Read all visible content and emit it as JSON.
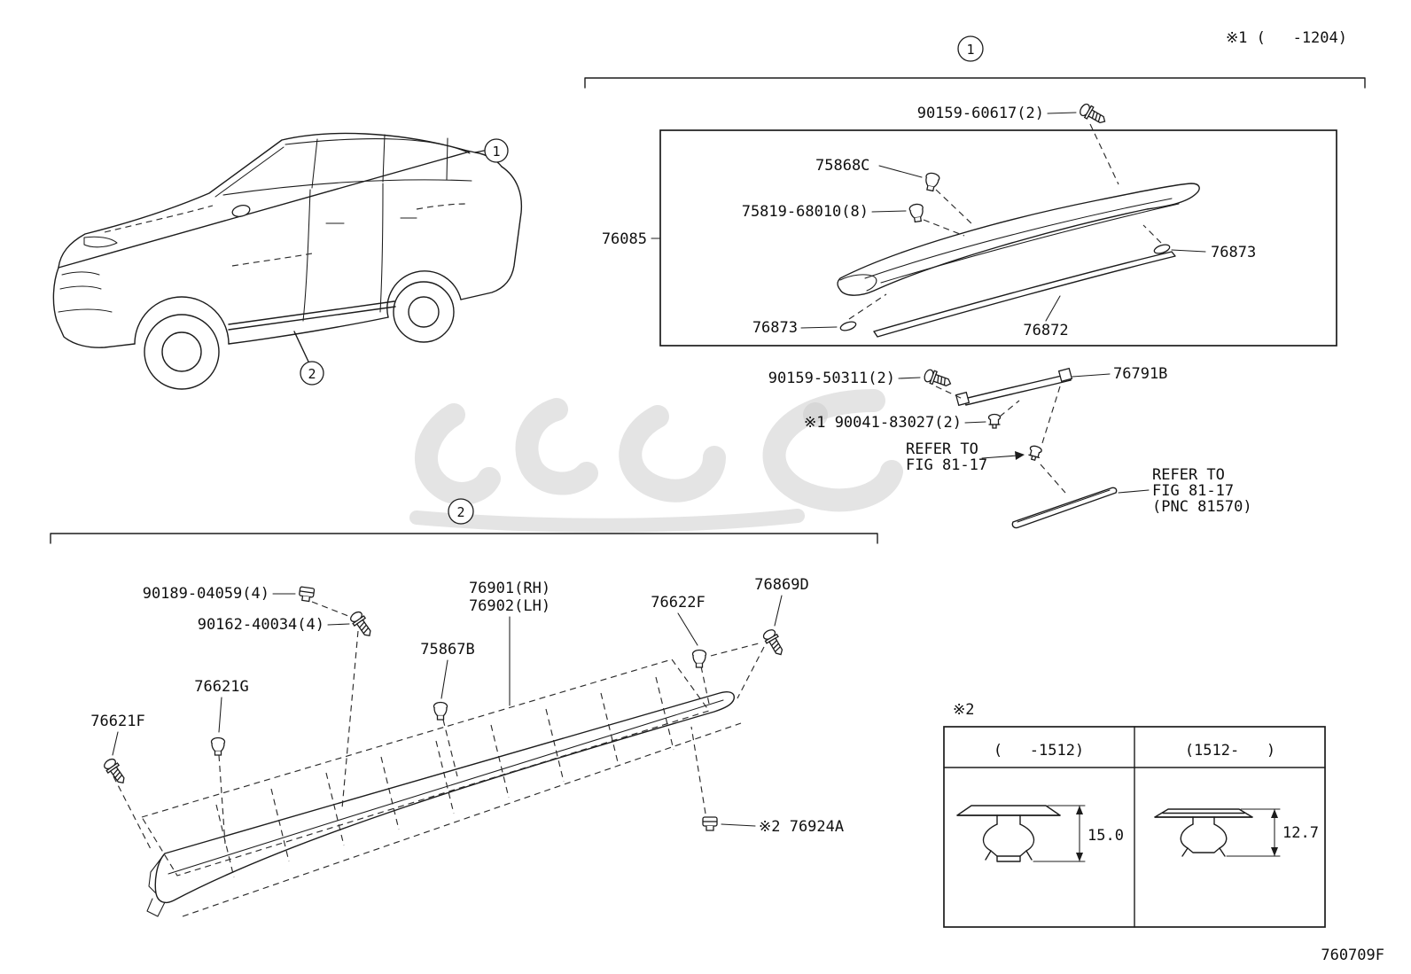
{
  "meta": {
    "note_top_right": "※1 (   -1204)",
    "sheet_number": "760709F"
  },
  "callouts": {
    "one": "1",
    "two": "2"
  },
  "sec1": {
    "screw_top": "90159-60617(2)",
    "clip_75868c": "75868C",
    "clip_75819": "75819-68010(8)",
    "spoiler": "76085",
    "pad_right": "76873",
    "pad_left": "76873",
    "strip": "76872",
    "screw_mid": "90159-50311(2)",
    "bracket": "76791B",
    "clip_90041": "※1 90041-83027(2)",
    "refer_a_line1": "REFER TO",
    "refer_a_line2": "FIG 81-17",
    "refer_b_line1": "REFER TO",
    "refer_b_line2": "FIG 81-17",
    "refer_b_line3": "(PNC 81570)"
  },
  "sec2": {
    "clip_90189": "90189-04059(4)",
    "screw_90162": "90162-40034(4)",
    "panel_rh": "76901(RH)",
    "panel_lh": "76902(LH)",
    "clip_75867b": "75867B",
    "clip_76622f": "76622F",
    "screw_76869d": "76869D",
    "clip_76621g": "76621G",
    "screw_76621f": "76621F",
    "clip_76924a": "※2 76924A"
  },
  "table": {
    "note": "※2",
    "col_left": "(   -1512)",
    "col_right": "(1512-   )",
    "dim_left": "15.0",
    "dim_right": "12.7"
  }
}
